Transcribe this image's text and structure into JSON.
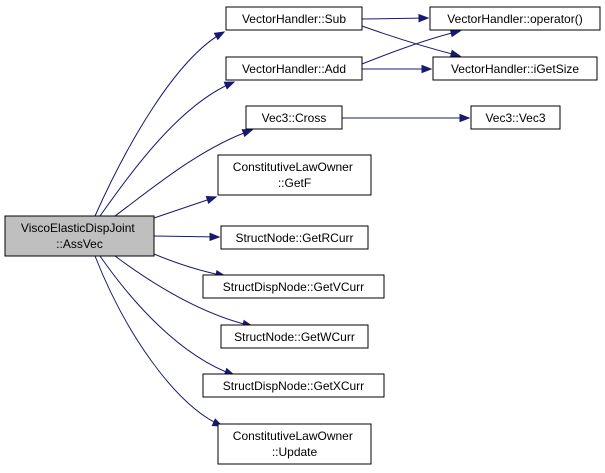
{
  "colors": {
    "root_fill": "#bfbfbf",
    "node_fill": "#ffffff",
    "node_border": "#000000",
    "edge": "#191970"
  },
  "root": {
    "lines": [
      "ViscoElasticDispJoint",
      "::AssVec"
    ]
  },
  "nodes": {
    "sub": {
      "lines": [
        "VectorHandler::Sub"
      ]
    },
    "add": {
      "lines": [
        "VectorHandler::Add"
      ]
    },
    "operator": {
      "lines": [
        "VectorHandler::operator()"
      ]
    },
    "igetsize": {
      "lines": [
        "VectorHandler::iGetSize"
      ]
    },
    "cross": {
      "lines": [
        "Vec3::Cross"
      ]
    },
    "vec3": {
      "lines": [
        "Vec3::Vec3"
      ]
    },
    "getf": {
      "lines": [
        "ConstitutiveLawOwner",
        "::GetF"
      ]
    },
    "getrcurr": {
      "lines": [
        "StructNode::GetRCurr"
      ]
    },
    "getvcurr": {
      "lines": [
        "StructDispNode::GetVCurr"
      ]
    },
    "getwcurr": {
      "lines": [
        "StructNode::GetWCurr"
      ]
    },
    "getxcurr": {
      "lines": [
        "StructDispNode::GetXCurr"
      ]
    },
    "update": {
      "lines": [
        "ConstitutiveLawOwner",
        "::Update"
      ]
    }
  },
  "edges": [
    [
      "root",
      "sub"
    ],
    [
      "root",
      "add"
    ],
    [
      "root",
      "cross"
    ],
    [
      "root",
      "getf"
    ],
    [
      "root",
      "getrcurr"
    ],
    [
      "root",
      "getvcurr"
    ],
    [
      "root",
      "getwcurr"
    ],
    [
      "root",
      "getxcurr"
    ],
    [
      "root",
      "update"
    ],
    [
      "sub",
      "operator"
    ],
    [
      "sub",
      "igetsize"
    ],
    [
      "add",
      "operator"
    ],
    [
      "add",
      "igetsize"
    ],
    [
      "cross",
      "vec3"
    ]
  ]
}
